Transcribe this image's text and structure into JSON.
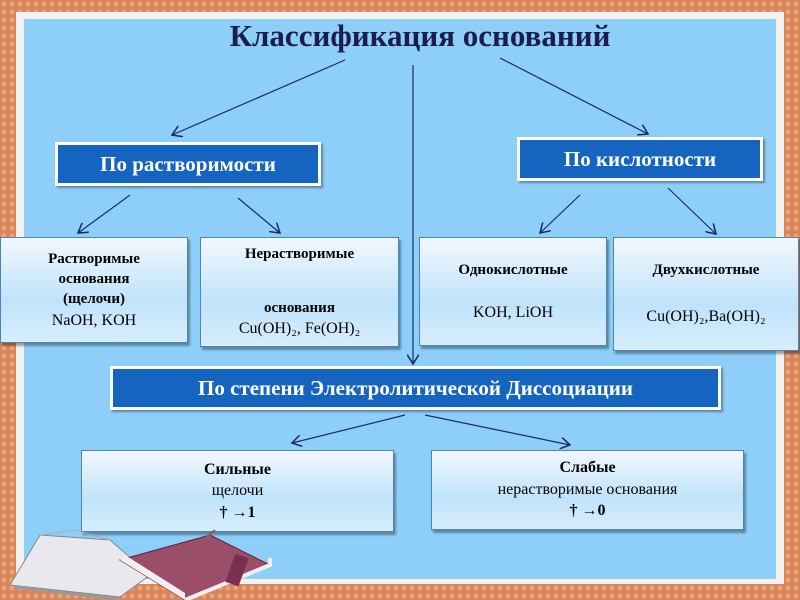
{
  "title": "Классификация оснований",
  "categories": {
    "solubility": "По растворимости",
    "acidity": "По кислотности",
    "dissociation": "По степени Электролитической Диссоциации"
  },
  "boxes": {
    "soluble": {
      "line1": "Растворимые",
      "line2": "основания",
      "line3": "(щелочи)",
      "formula": "NaOH, KOH"
    },
    "insoluble": {
      "line1": "Нерастворимые",
      "line2": "основания",
      "formula": "Cu(OH)₂,  Fe(OH)₂"
    },
    "monoacid": {
      "line1": "Однокислотные",
      "formula": "KOH,  LiOH"
    },
    "diacid": {
      "line1": "Двухкислотные",
      "formula": "Cu(OH)₂,Ba(OH)₂"
    },
    "strong": {
      "line1": "Сильные",
      "line2": "щелочи",
      "line3": "† →1"
    },
    "weak": {
      "line1": "Слабые",
      "line2": "нерастворимые основания",
      "line3": "† →0"
    }
  }
}
